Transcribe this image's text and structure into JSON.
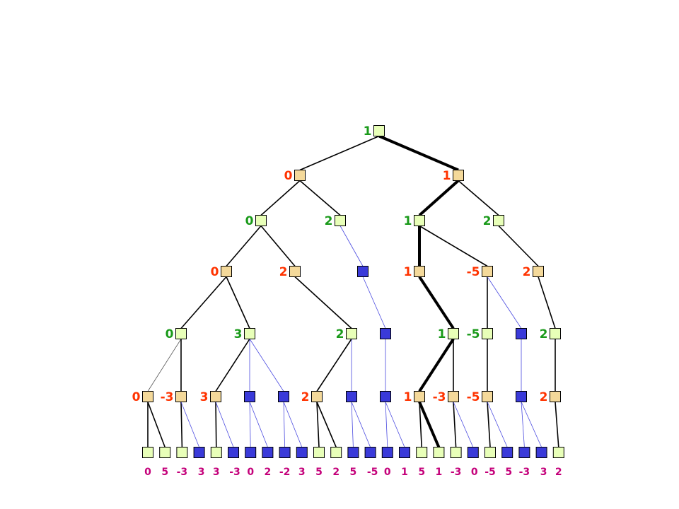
{
  "colors": {
    "max": "#e8ffb8",
    "min": "#f4d99a",
    "pruned": "#3a3ad9",
    "max_text": "#1a9a1a",
    "min_text": "#ff3300",
    "leaf_text": "#c4007a",
    "edge": "#000000",
    "pruned_edge": "#4a4ae0"
  },
  "tree": {
    "id": "root",
    "type": "max",
    "value": "1",
    "children": [
      {
        "id": "n0",
        "type": "min",
        "value": "0",
        "children": [
          {
            "id": "n00",
            "type": "max",
            "value": "0",
            "children": [
              {
                "id": "n000",
                "type": "min",
                "value": "0",
                "children": [
                  {
                    "id": "n0000",
                    "type": "max",
                    "value": "0",
                    "children": [
                      {
                        "id": "n00000",
                        "type": "min",
                        "value": "0",
                        "thin": true,
                        "children": [
                          {
                            "id": "l1",
                            "type": "leaf",
                            "value": "0"
                          },
                          {
                            "id": "l2",
                            "type": "leaf",
                            "value": "5"
                          }
                        ]
                      },
                      {
                        "id": "n00001",
                        "type": "min",
                        "value": "-3",
                        "children": [
                          {
                            "id": "l3",
                            "type": "leaf",
                            "value": "-3"
                          },
                          {
                            "id": "l4",
                            "type": "leaf",
                            "value": "3",
                            "pruned": true
                          }
                        ]
                      }
                    ]
                  },
                  {
                    "id": "n0001",
                    "type": "max",
                    "value": "3",
                    "children": [
                      {
                        "id": "n00010",
                        "type": "min",
                        "value": "3",
                        "children": [
                          {
                            "id": "l5",
                            "type": "leaf",
                            "value": "3"
                          },
                          {
                            "id": "l6",
                            "type": "leaf",
                            "value": "-3",
                            "pruned": true
                          }
                        ]
                      },
                      {
                        "id": "n00011",
                        "type": "min",
                        "pruned": true,
                        "children": [
                          {
                            "id": "l7",
                            "type": "leaf",
                            "value": "0",
                            "pruned": true
                          },
                          {
                            "id": "l8",
                            "type": "leaf",
                            "value": "2",
                            "pruned": true
                          }
                        ]
                      },
                      {
                        "id": "n00012",
                        "type": "min",
                        "pruned": true,
                        "children": [
                          {
                            "id": "l9",
                            "type": "leaf",
                            "value": "-2",
                            "pruned": true
                          },
                          {
                            "id": "l10",
                            "type": "leaf",
                            "value": "3",
                            "pruned": true
                          }
                        ]
                      }
                    ]
                  }
                ]
              },
              {
                "id": "n001",
                "type": "min",
                "value": "2",
                "children": [
                  {
                    "id": "n0010",
                    "type": "max",
                    "value": "2",
                    "children": [
                      {
                        "id": "n00100",
                        "type": "min",
                        "value": "2",
                        "children": [
                          {
                            "id": "l11",
                            "type": "leaf",
                            "value": "5"
                          },
                          {
                            "id": "l12",
                            "type": "leaf",
                            "value": "2"
                          }
                        ]
                      },
                      {
                        "id": "n00101",
                        "type": "min",
                        "pruned": true,
                        "children": [
                          {
                            "id": "l13",
                            "type": "leaf",
                            "value": "5",
                            "pruned": true
                          },
                          {
                            "id": "l14",
                            "type": "leaf",
                            "value": "-5",
                            "pruned": true
                          }
                        ]
                      }
                    ]
                  }
                ]
              }
            ]
          },
          {
            "id": "n01",
            "type": "max",
            "value": "2",
            "children": [
              {
                "id": "n010",
                "type": "min",
                "pruned": true,
                "children": [
                  {
                    "id": "n0100",
                    "type": "max",
                    "pruned": true,
                    "children": [
                      {
                        "id": "n01000",
                        "type": "min",
                        "pruned": true,
                        "children": [
                          {
                            "id": "l15",
                            "type": "leaf",
                            "value": "0",
                            "pruned": true
                          },
                          {
                            "id": "l16",
                            "type": "leaf",
                            "value": "1",
                            "pruned": true
                          }
                        ]
                      }
                    ]
                  }
                ]
              }
            ]
          }
        ]
      },
      {
        "id": "n1",
        "type": "min",
        "value": "1",
        "best": true,
        "children": [
          {
            "id": "n10",
            "type": "max",
            "value": "1",
            "best": true,
            "children": [
              {
                "id": "n100",
                "type": "min",
                "value": "1",
                "best": true,
                "children": [
                  {
                    "id": "n1000",
                    "type": "max",
                    "value": "1",
                    "best": true,
                    "children": [
                      {
                        "id": "n10000",
                        "type": "min",
                        "value": "1",
                        "best": true,
                        "children": [
                          {
                            "id": "l17",
                            "type": "leaf",
                            "value": "5"
                          },
                          {
                            "id": "l18",
                            "type": "leaf",
                            "value": "1",
                            "best": true
                          }
                        ]
                      },
                      {
                        "id": "n10001",
                        "type": "min",
                        "value": "-3",
                        "children": [
                          {
                            "id": "l19",
                            "type": "leaf",
                            "value": "-3"
                          },
                          {
                            "id": "l20",
                            "type": "leaf",
                            "value": "0",
                            "pruned": true
                          }
                        ]
                      }
                    ]
                  }
                ]
              },
              {
                "id": "n101",
                "type": "min",
                "value": "-5",
                "children": [
                  {
                    "id": "n1010",
                    "type": "max",
                    "value": "-5",
                    "children": [
                      {
                        "id": "n10100",
                        "type": "min",
                        "value": "-5",
                        "children": [
                          {
                            "id": "l21",
                            "type": "leaf",
                            "value": "-5"
                          },
                          {
                            "id": "l22",
                            "type": "leaf",
                            "value": "5",
                            "pruned": true
                          }
                        ]
                      }
                    ]
                  },
                  {
                    "id": "n1011",
                    "type": "max",
                    "pruned": true,
                    "children": [
                      {
                        "id": "n10110",
                        "type": "min",
                        "pruned": true,
                        "children": [
                          {
                            "id": "l23",
                            "type": "leaf",
                            "value": "-3",
                            "pruned": true
                          },
                          {
                            "id": "l24",
                            "type": "leaf",
                            "value": "3",
                            "pruned": true
                          }
                        ]
                      }
                    ]
                  }
                ]
              }
            ]
          },
          {
            "id": "n11",
            "type": "max",
            "value": "2",
            "children": [
              {
                "id": "n110",
                "type": "min",
                "value": "2",
                "children": [
                  {
                    "id": "n1100",
                    "type": "max",
                    "value": "2",
                    "children": [
                      {
                        "id": "n11000",
                        "type": "min",
                        "value": "2",
                        "children": [
                          {
                            "id": "l25",
                            "type": "leaf",
                            "value": "2"
                          }
                        ]
                      }
                    ]
                  }
                ]
              }
            ]
          }
        ]
      }
    ]
  }
}
